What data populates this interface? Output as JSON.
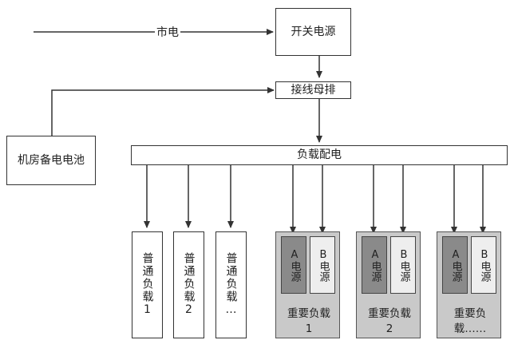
{
  "nodes": {
    "mains": "市电",
    "switch_power": "开关电源",
    "busbar": "接线母排",
    "battery": "机房备电电池",
    "load_dist": "负载配电",
    "normal_loads": [
      "普通负载1",
      "普通负载2",
      "普通负载…"
    ],
    "sub_a": "A电源",
    "sub_b": "B电源",
    "important_loads": [
      "重要负载1",
      "重要负载2",
      "重要负载……"
    ]
  },
  "colors": {
    "line": "#333333",
    "group_fill": "#c9c9c9",
    "sub_dark": "#8a8a8a",
    "sub_light": "#eeeeee"
  }
}
